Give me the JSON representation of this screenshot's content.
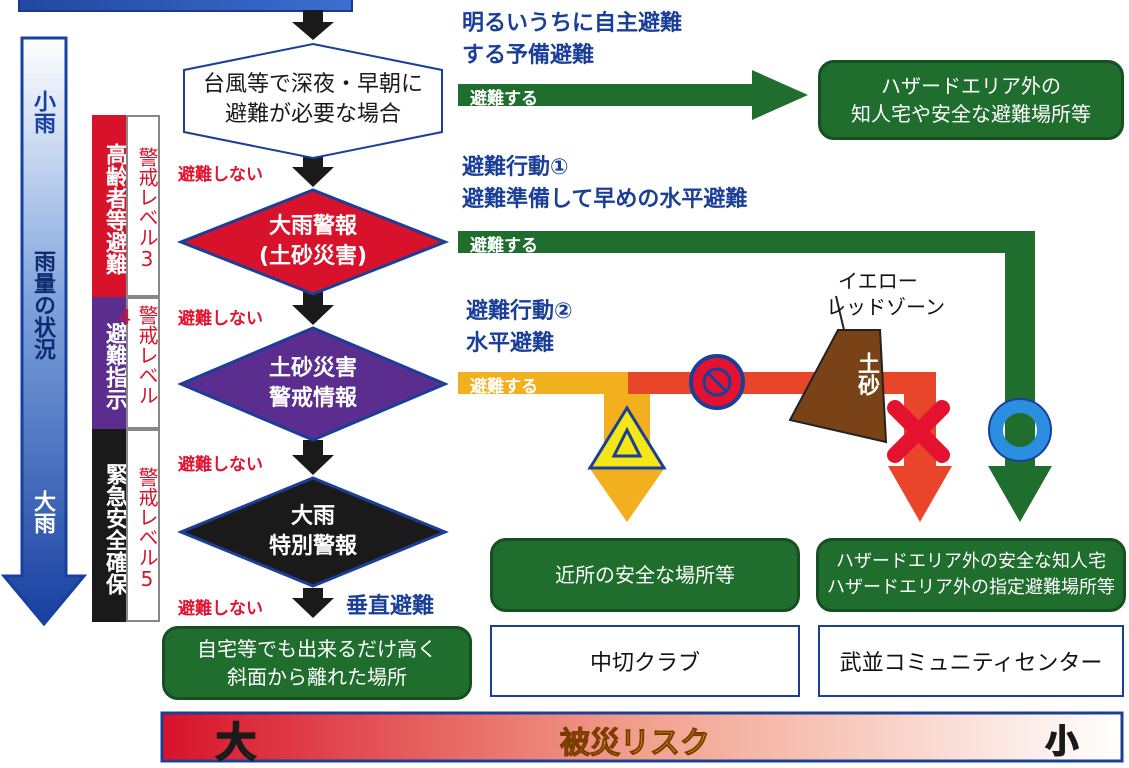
{
  "rain_scale": {
    "top": "小雨",
    "middle": "雨量の状況",
    "bottom": "大雨"
  },
  "levels": [
    {
      "action": "高齢者等避難",
      "warning": "警戒レベル3",
      "color": "#d8122a"
    },
    {
      "action": "避難指示",
      "warning": "警戒レベル4",
      "color": "#5b2d8e"
    },
    {
      "action": "緊急安全確保",
      "warning": "警戒レベル5",
      "color": "#1a1a1a"
    }
  ],
  "decisions": {
    "d0": [
      "台風等で深夜・早朝に",
      "避難が必要な場合"
    ],
    "d1": [
      "大雨警報",
      "(土砂災害)"
    ],
    "d2": [
      "土砂災害",
      "警戒情報"
    ],
    "d3": [
      "大雨",
      "特別警報"
    ]
  },
  "no_evacuate": "避難しない",
  "evacuate": "避難する",
  "vertical_evac": "垂直避難",
  "headings": {
    "h0": [
      "明るいうちに自主避難",
      "する予備避難"
    ],
    "h1": [
      "避難行動①",
      "避難準備して早めの水平避難"
    ],
    "h2": [
      "避難行動②",
      "水平避難"
    ]
  },
  "zone_label": [
    "イエロー",
    "レッドゾーン"
  ],
  "landslide": "土砂",
  "destinations": {
    "top": [
      "ハザードエリア外の",
      "知人宅や安全な避難場所等"
    ],
    "near": "近所の安全な場所等",
    "far": [
      "ハザードエリア外の安全な知人宅",
      "ハザードエリア外の指定避難場所等"
    ],
    "home": [
      "自宅等でも出来るだけ高く",
      "斜面から離れた場所"
    ]
  },
  "facilities": {
    "near": "中切クラブ",
    "far": "武並コミュニティセンター"
  },
  "risk_bar": {
    "label": "被災リスク",
    "high": "大",
    "low": "小"
  },
  "colors": {
    "green": "#1f6e2e",
    "red": "#d8122a",
    "purple": "#5b2d8e",
    "orange_yellow": "#f2b01e",
    "orange_red": "#e8452a",
    "blue": "#1b3f99"
  }
}
